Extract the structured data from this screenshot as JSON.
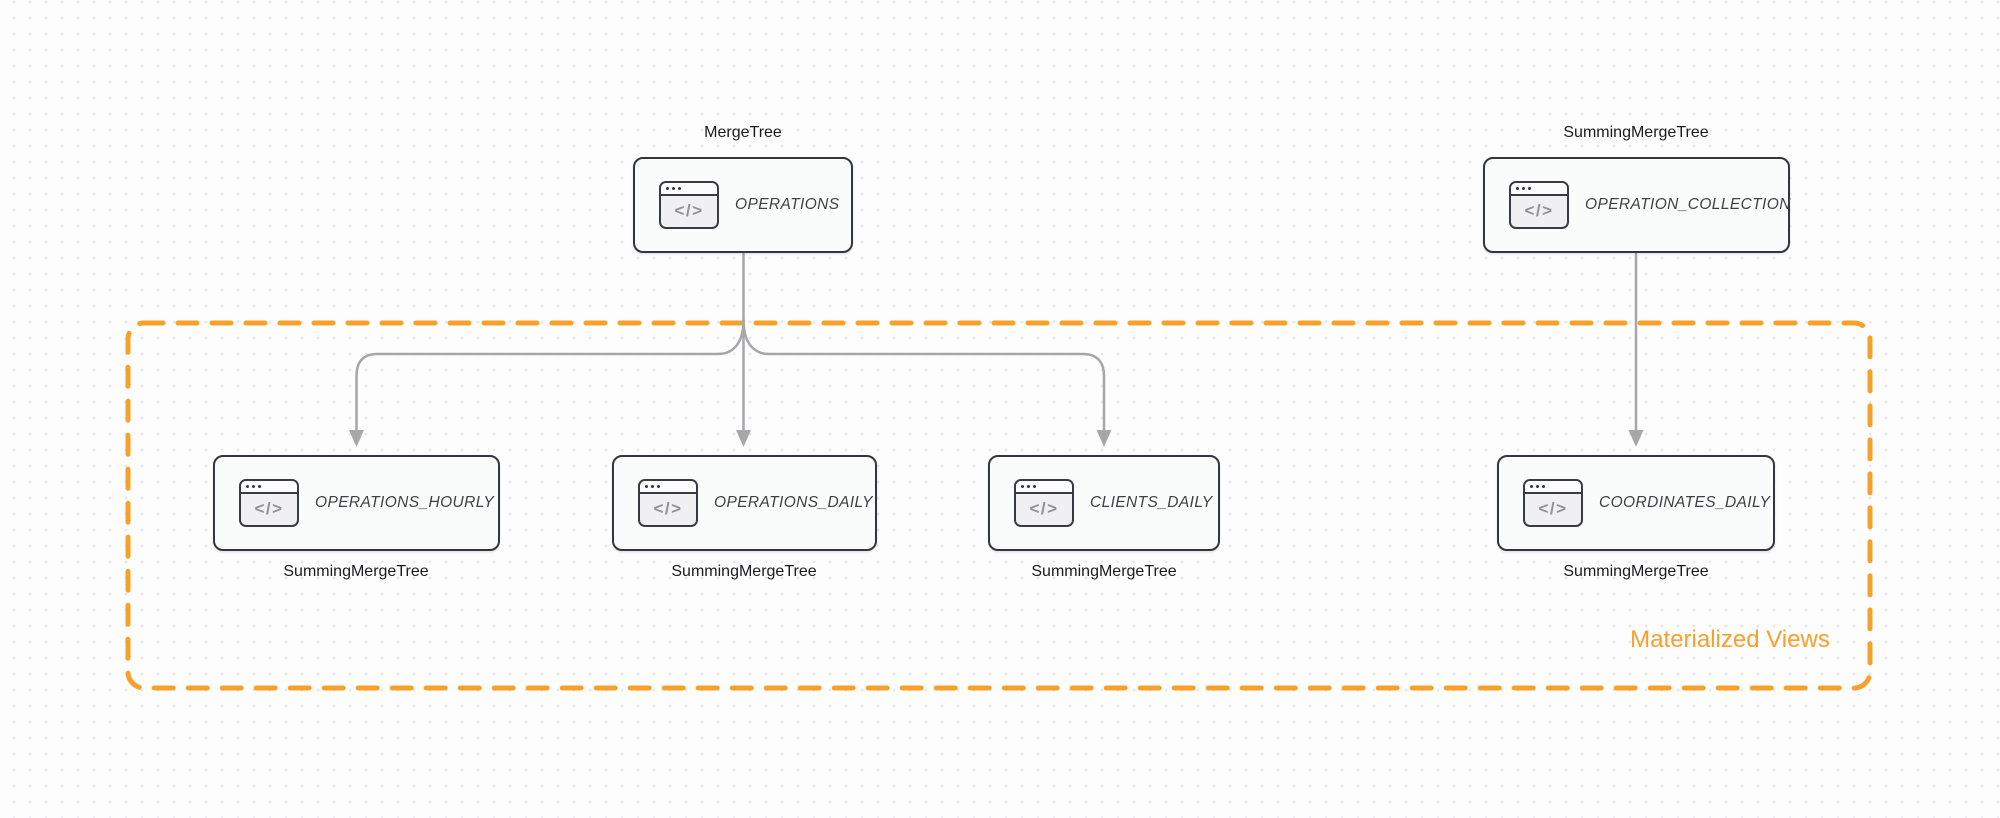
{
  "colors": {
    "accent_orange": "#F7A12B",
    "edge_gray": "#A7A7AA",
    "node_border": "#33373C",
    "node_fill": "#FAFBFB",
    "canvas_dot": "#E5E5EA"
  },
  "icon": {
    "glyph": "</>"
  },
  "nodes": [
    {
      "id": "operations",
      "table": "OPERATIONS",
      "engine": "MergeTree"
    },
    {
      "id": "operation-collection",
      "table": "OPERATION_COLLECTION",
      "engine": "SummingMergeTree"
    },
    {
      "id": "operations-hourly",
      "table": "OPERATIONS_HOURLY",
      "engine": "SummingMergeTree"
    },
    {
      "id": "operations-daily",
      "table": "OPERATIONS_DAILY",
      "engine": "SummingMergeTree"
    },
    {
      "id": "clients-daily",
      "table": "CLIENTS_DAILY",
      "engine": "SummingMergeTree"
    },
    {
      "id": "coordinates-daily",
      "table": "COORDINATES_DAILY",
      "engine": "SummingMergeTree"
    }
  ],
  "group": {
    "label": "Materialized Views"
  }
}
